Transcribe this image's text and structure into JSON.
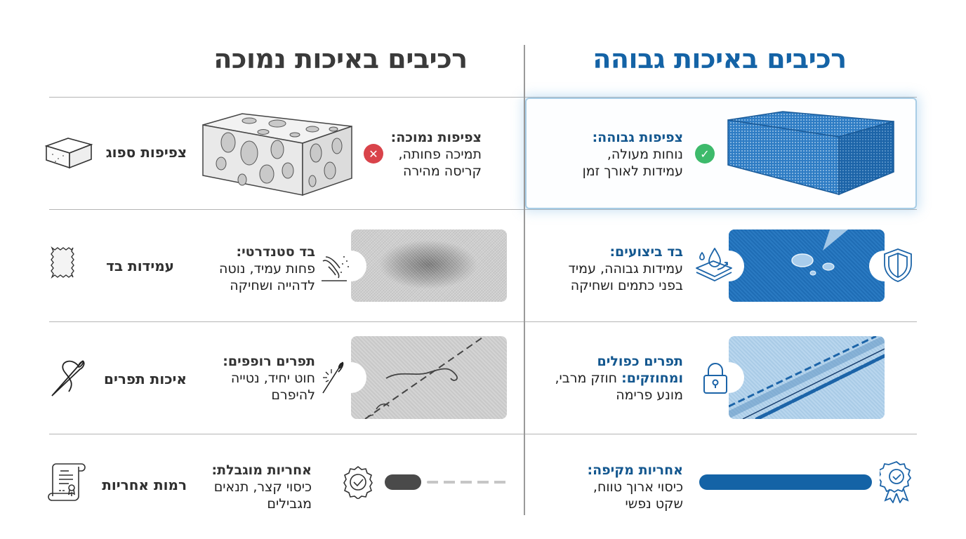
{
  "header": {
    "high_quality_title": "רכיבים באיכות גבוהה",
    "low_quality_title": "רכיבים באיכות נמוכה"
  },
  "colors": {
    "high_accent": "#1463a6",
    "low_accent": "#3a3a3a",
    "check_green": "#3dba6b",
    "cross_red": "#d9434a",
    "divider": "#b5b5b5"
  },
  "rows": [
    {
      "category": "צפיפות ספוג",
      "category_icon": "foam-block-icon",
      "high": {
        "heading": "צפיפות גבוהה:",
        "lines": [
          "נוחות מעולה,",
          "עמידות לאורך זמן"
        ],
        "status_icon": "check-circle-icon"
      },
      "low": {
        "heading": "צפיפות נמוכה:",
        "lines": [
          "תמיכה פחותה,",
          "קריסה מהירה"
        ],
        "status_icon": "x-circle-icon"
      }
    },
    {
      "category": "עמידות בד",
      "category_icon": "fabric-swatch-icon",
      "high": {
        "heading": "בד ביצועים:",
        "lines": [
          "עמידות גבוהה, עמיד",
          "בפני כתמים ושחיקה"
        ],
        "feature_icon": "water-repellent-icon",
        "badge_icon": "shield-icon"
      },
      "low": {
        "heading": "בד סטנדרטי:",
        "lines": [
          "פחות עמיד, נוטה",
          "לדהייה ושחיקה"
        ],
        "feature_icon": "abrasion-icon"
      }
    },
    {
      "category": "איכות תפרים",
      "category_icon": "needle-thread-icon",
      "high": {
        "heading": "תפרים כפולים",
        "heading2": "ומחוזקים:",
        "inline": "חוזק מרבי,",
        "lines": [
          "מונע פרימה"
        ],
        "feature_icon": "lock-icon"
      },
      "low": {
        "heading": "תפרים רופפים:",
        "lines": [
          "חוט יחיד, נטייה",
          "להיפרם"
        ],
        "feature_icon": "broken-needle-icon"
      }
    },
    {
      "category": "רמות אחריות",
      "category_icon": "certificate-scroll-icon",
      "high": {
        "heading": "אחריות מקיפה:",
        "lines": [
          "כיסוי ארוך טווח,",
          "שקט נפשי"
        ],
        "badge_icon": "award-ribbon-icon",
        "bar_percent": 100
      },
      "low": {
        "heading": "אחריות מוגבלת:",
        "lines": [
          "כיסוי קצר, תנאים",
          "מגבילים"
        ],
        "badge_icon": "seal-check-icon",
        "bar_percent": 20
      }
    }
  ]
}
